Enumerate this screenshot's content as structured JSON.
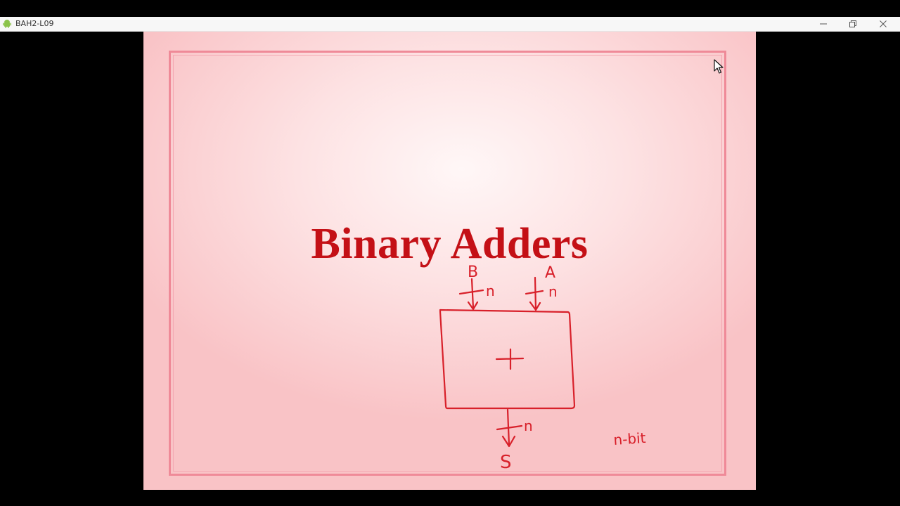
{
  "window": {
    "title": "BAH2-L09",
    "icon": "android-icon",
    "buttons": [
      "minimize",
      "restore",
      "close"
    ]
  },
  "slide": {
    "title": "Binary Adders",
    "annotations": {
      "input_b": "B",
      "input_a": "A",
      "width_b": "n",
      "width_a": "n",
      "adder_symbol": "+",
      "width_s": "n",
      "output": "S",
      "note": "n-bit"
    }
  },
  "colors": {
    "title": "#c41016",
    "ink": "#d8202a",
    "frame": "#ef8a98",
    "background": "#fde2e3"
  }
}
